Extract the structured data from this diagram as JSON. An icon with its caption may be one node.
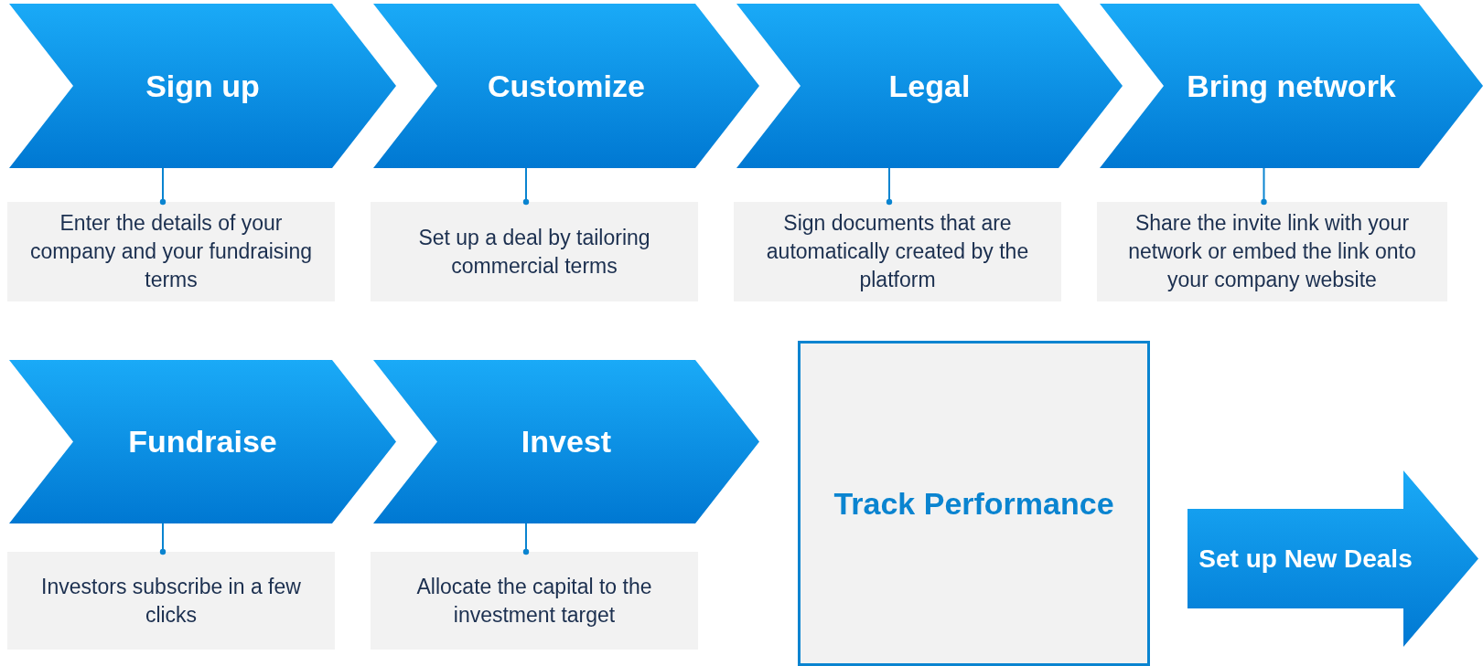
{
  "diagram": {
    "nodes": [
      {
        "text": [
          "Sign up"
        ]
      },
      {
        "text": [
          "Enter the details of your company and your fundraising terms"
        ]
      },
      {
        "text": [
          "Customize"
        ]
      },
      {
        "text": [
          "Set up a deal by tailoring commercial terms"
        ]
      },
      {
        "text": [
          "Legal"
        ]
      },
      {
        "text": [
          "Sign documents that are automatically created by the platform"
        ]
      },
      {
        "text": [
          "Bring network"
        ]
      },
      {
        "text": [
          "Share the invite link with your network or embed the link onto your company website"
        ]
      },
      {
        "text": [
          "Fundraise"
        ]
      },
      {
        "text": [
          "Investors subscribe in a few clicks"
        ]
      },
      {
        "text": [
          "Invest"
        ]
      },
      {
        "text": [
          "Allocate the capital to the investment target"
        ]
      },
      {
        "text": [
          "Track Performance"
        ]
      },
      {
        "text": [
          "Set up New Deals"
        ]
      }
    ],
    "edges": [
      {
        "from": 0,
        "to": 1,
        "arrow": "other"
      },
      {
        "from": 2,
        "to": 3,
        "arrow": "other"
      },
      {
        "from": 4,
        "to": 5,
        "arrow": "other"
      },
      {
        "from": 6,
        "to": 7,
        "arrow": "other"
      },
      {
        "from": 8,
        "to": 9,
        "arrow": "other"
      },
      {
        "from": 10,
        "to": 11,
        "arrow": "other"
      }
    ]
  }
}
